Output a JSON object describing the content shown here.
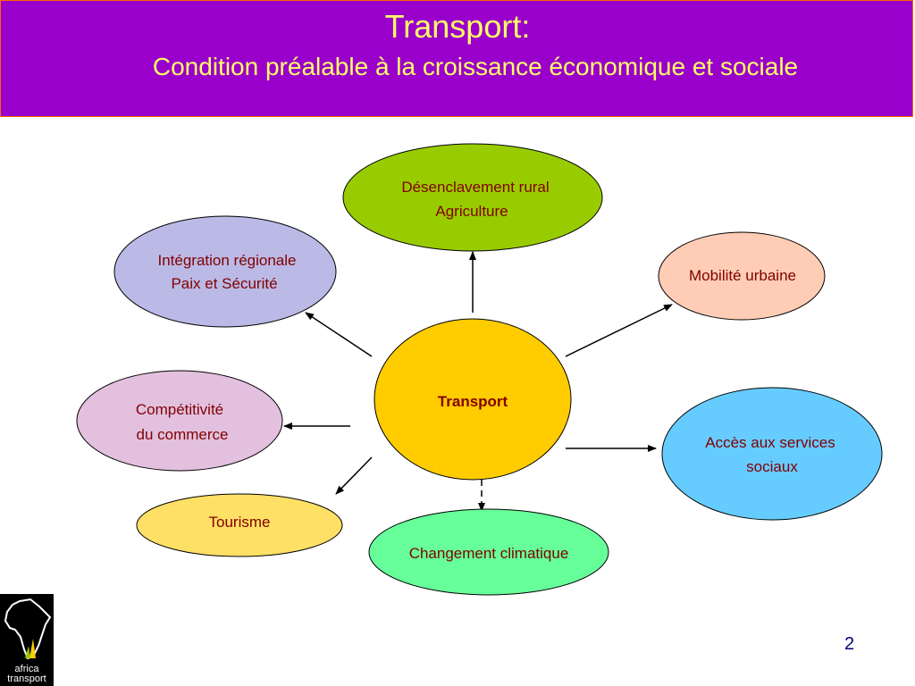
{
  "header": {
    "title": "Transport:",
    "subtitle": "Condition préalable à la croissance économique et sociale",
    "background_color": "#9900cc",
    "text_color": "#ffff66"
  },
  "diagram": {
    "center": {
      "label": "Transport",
      "color": "#ffcc00"
    },
    "nodes": [
      {
        "id": "desenclavement",
        "lines": [
          "Désenclavement rural",
          "Agriculture"
        ],
        "color": "#99cc00"
      },
      {
        "id": "integration",
        "lines": [
          "Intégration régionale",
          "Paix et Sécurité"
        ],
        "color": "#bbb9e6"
      },
      {
        "id": "mobilite",
        "lines": [
          "Mobilité urbaine"
        ],
        "color": "#ffcdb5"
      },
      {
        "id": "competitivite",
        "lines": [
          "Compétitivité",
          "du commerce"
        ],
        "color": "#e2c0de"
      },
      {
        "id": "acces",
        "lines": [
          "Accès aux  services",
          "sociaux"
        ],
        "color": "#66ccff"
      },
      {
        "id": "tourisme",
        "lines": [
          "Tourisme"
        ],
        "color": "#ffe066"
      },
      {
        "id": "changement",
        "lines": [
          "Changement climatique"
        ],
        "color": "#66ff99"
      }
    ],
    "text_color": "#800000"
  },
  "logo": {
    "line1": "africa",
    "line2": "transport"
  },
  "page_number": "2"
}
